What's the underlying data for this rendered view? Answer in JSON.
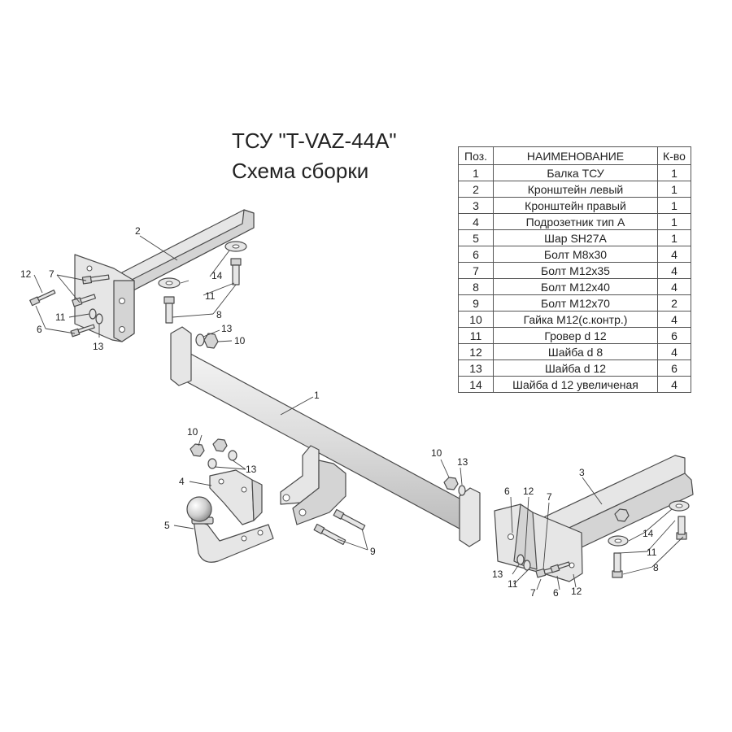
{
  "title": {
    "line1": "ТСУ \"T-VAZ-44A\"",
    "line2": "Схема сборки"
  },
  "table": {
    "headers": [
      "Поз.",
      "НАИМЕНОВАНИЕ",
      "К-во"
    ],
    "rows": [
      {
        "pos": "1",
        "name": "Балка ТСУ",
        "qty": "1"
      },
      {
        "pos": "2",
        "name": "Кронштейн левый",
        "qty": "1"
      },
      {
        "pos": "3",
        "name": "Кронштейн правый",
        "qty": "1"
      },
      {
        "pos": "4",
        "name": "Подрозетник тип А",
        "qty": "1"
      },
      {
        "pos": "5",
        "name": "Шар SH27A",
        "qty": "1"
      },
      {
        "pos": "6",
        "name": "Болт М8х30",
        "qty": "4"
      },
      {
        "pos": "7",
        "name": "Болт М12х35",
        "qty": "4"
      },
      {
        "pos": "8",
        "name": "Болт М12х40",
        "qty": "4"
      },
      {
        "pos": "9",
        "name": "Болт М12х70",
        "qty": "2"
      },
      {
        "pos": "10",
        "name": "Гайка М12(с.контр.)",
        "qty": "4"
      },
      {
        "pos": "11",
        "name": "Гровер d 12",
        "qty": "6"
      },
      {
        "pos": "12",
        "name": "Шайба d 8",
        "qty": "4"
      },
      {
        "pos": "13",
        "name": "Шайба d 12",
        "qty": "6"
      },
      {
        "pos": "14",
        "name": "Шайба d 12 увеличеная",
        "qty": "4"
      }
    ]
  },
  "labels": {
    "n1": "1",
    "n2": "2",
    "n3": "3",
    "n4": "4",
    "n5": "5",
    "n6": "6",
    "n7": "7",
    "n8": "8",
    "n9": "9",
    "n10": "10",
    "n11": "11",
    "n12": "12",
    "n13": "13",
    "n14": "14"
  }
}
